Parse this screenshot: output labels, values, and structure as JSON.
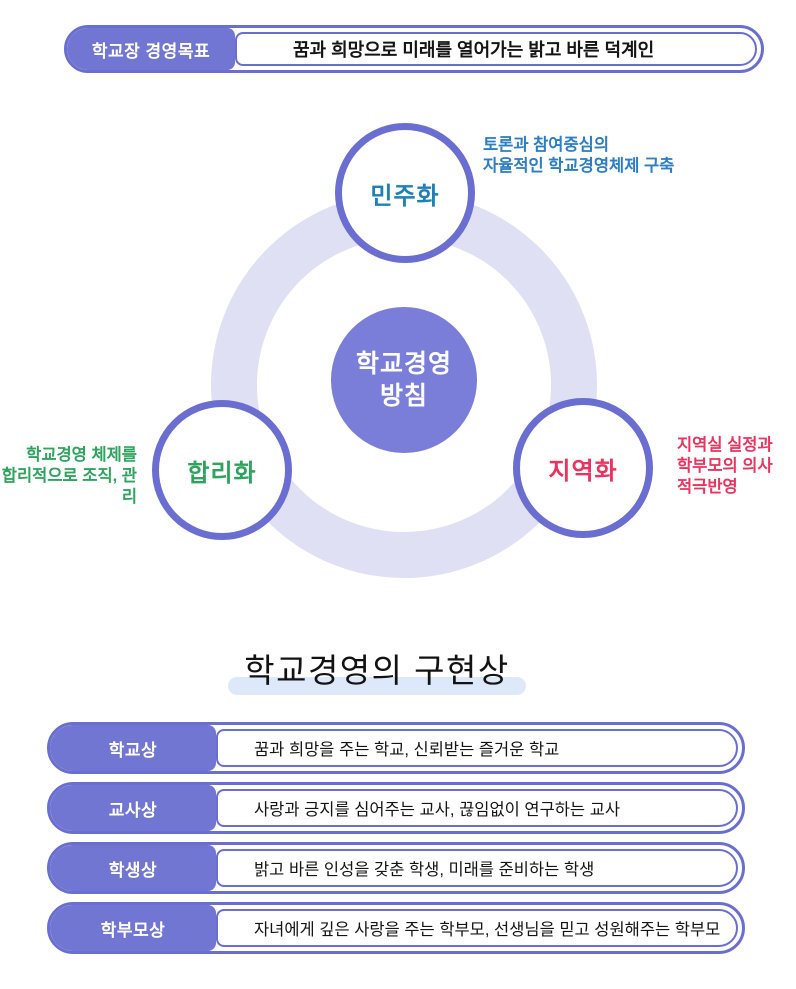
{
  "colors": {
    "primary_purple_border": "#6a6ed0",
    "label_purple_fill": "#7276d3",
    "center_circle_purple": "#7a7ed8",
    "ring_lavender": "#e0e0f4",
    "democratization_blue": "#1e80b6",
    "democratization_annotation_blue": "#2b7ec2",
    "rationalization_green": "#2fa35e",
    "localization_red": "#e8345e",
    "title_highlight_blue": "#dde9fb"
  },
  "goal_bar": {
    "label": "학교장 경영목표",
    "text": "꿈과 희망으로 미래를 열어가는 밝고 바른 덕계인"
  },
  "diagram": {
    "center": {
      "line1": "학교경영",
      "line2": "방침"
    },
    "nodes": [
      {
        "id": "democratization",
        "label": "민주화",
        "annotation_lines": [
          "토론과 참여중심의",
          "자율적인 학교경영체제 구축"
        ],
        "color": "#1e80b6"
      },
      {
        "id": "rationalization",
        "label": "합리화",
        "annotation_lines": [
          "학교경영 체제를",
          "합리적으로 조직, 관리"
        ],
        "color": "#2fa35e"
      },
      {
        "id": "localization",
        "label": "지역화",
        "annotation_lines": [
          "지역실 실정과",
          "학부모의 의사",
          "적극반영"
        ],
        "color": "#e8345e"
      }
    ]
  },
  "section": {
    "title": "학교경영의 구현상",
    "rows": [
      {
        "label": "학교상",
        "text": "꿈과 희망을 주는 학교, 신뢰받는 즐거운 학교"
      },
      {
        "label": "교사상",
        "text": "사랑과 긍지를 심어주는 교사, 끊임없이 연구하는 교사"
      },
      {
        "label": "학생상",
        "text": "밝고 바른 인성을 갖춘 학생, 미래를 준비하는 학생"
      },
      {
        "label": "학부모상",
        "text": "자녀에게 깊은 사랑을 주는 학부모, 선생님을 믿고 성원해주는 학부모"
      }
    ]
  }
}
